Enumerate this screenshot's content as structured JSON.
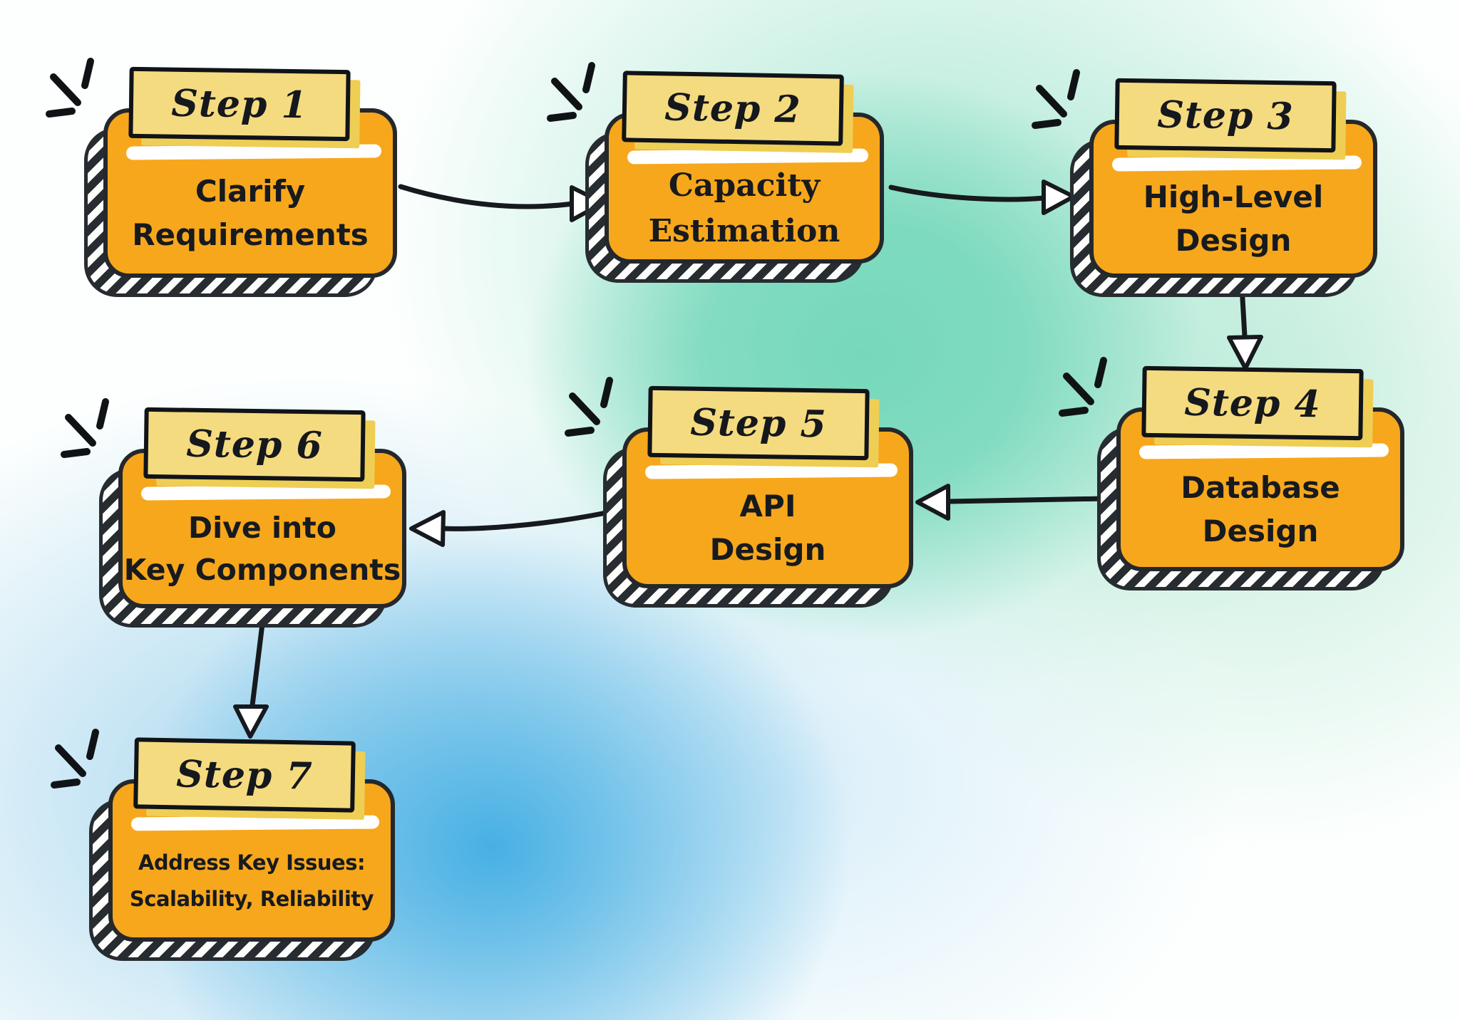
{
  "steps": [
    {
      "banner": "Step 1",
      "line1": "Clarify",
      "line2": "Requirements"
    },
    {
      "banner": "Step 2",
      "line1": "Capacity",
      "line2": "Estimation"
    },
    {
      "banner": "Step 3",
      "line1": "High-Level",
      "line2": "Design"
    },
    {
      "banner": "Step 4",
      "line1": "Database",
      "line2": "Design"
    },
    {
      "banner": "Step 5",
      "line1": "API",
      "line2": "Design"
    },
    {
      "banner": "Step 6",
      "line1": "Dive into",
      "line2": "Key Components"
    },
    {
      "banner": "Step 7",
      "line1": "Address Key Issues:",
      "line2": "Scalability, Reliability"
    }
  ],
  "connections": [
    {
      "from": "Step 1",
      "to": "Step 2",
      "label": "Step 1 to Step 2"
    },
    {
      "from": "Step 2",
      "to": "Step 3",
      "label": "Step 2 to Step 3"
    },
    {
      "from": "Step 3",
      "to": "Step 4",
      "label": "Step 3 to Step 4"
    },
    {
      "from": "Step 4",
      "to": "Step 5",
      "label": "Step 4 to Step 5"
    },
    {
      "from": "Step 5",
      "to": "Step 6",
      "label": "Step 5 to Step 6"
    },
    {
      "from": "Step 6",
      "to": "Step 7",
      "label": "Step 6 to Step 7"
    }
  ],
  "colors": {
    "card_fill": "#F7A71C",
    "banner_fill": "#F5DB80",
    "banner_shadow": "#EFCE55",
    "ink": "#16191D",
    "hatch_dark": "#272C30",
    "bg_teal": "#76D8BB",
    "bg_blue": "#47B0E4",
    "highlight_white": "#FFFFFF"
  }
}
